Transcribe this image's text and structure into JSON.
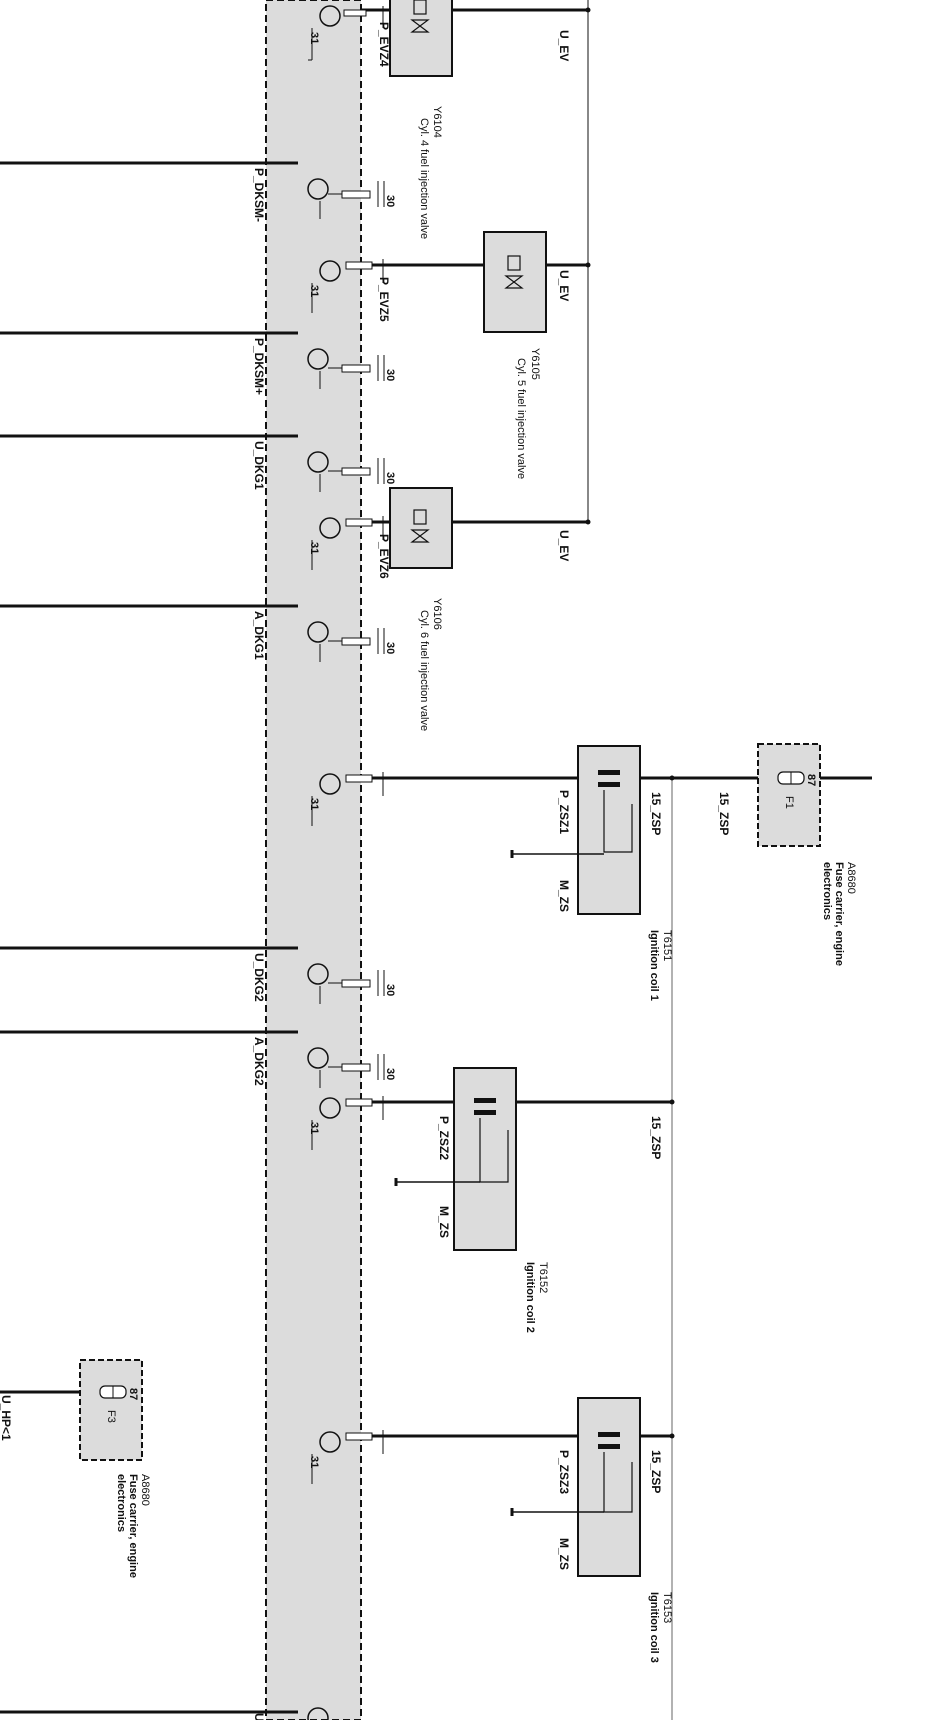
{
  "ecu": {
    "pins_left": [
      {
        "label": "P_DKSM-"
      },
      {
        "label": "P_DKSM+"
      },
      {
        "label": "U_DKG1"
      },
      {
        "label": "A_DKG1"
      },
      {
        "label": "U_DKG2"
      },
      {
        "label": "A_DKG2"
      },
      {
        "label": "U_HP<1"
      }
    ],
    "outputs": [
      {
        "label": "P_EVZ4"
      },
      {
        "label": "P_EVZ5"
      },
      {
        "label": "P_EVZ6"
      }
    ],
    "pin_30": "30",
    "pin_31": "31",
    "bottom_partial": "U"
  },
  "injectors": [
    {
      "id": "Y6104",
      "name": "Cyl. 4 fuel injection valve",
      "supply": "U_EV"
    },
    {
      "id": "Y6105",
      "name": "Cyl. 5 fuel injection valve",
      "supply": "U_EV"
    },
    {
      "id": "Y6106",
      "name": "Cyl. 6 fuel injection valve",
      "supply": "U_EV"
    }
  ],
  "coils": [
    {
      "id": "T6151",
      "name": "Ignition coil 1",
      "signal": "P_ZSZ1",
      "ground": "M_ZS",
      "supply": "15_ZSP"
    },
    {
      "id": "T6152",
      "name": "Ignition coil 2",
      "signal": "P_ZSZ2",
      "ground": "M_ZS",
      "supply": "15_ZSP"
    },
    {
      "id": "T6153",
      "name": "Ignition coil 3",
      "signal": "P_ZSZ3",
      "ground": "M_ZS",
      "supply": "15_ZSP"
    }
  ],
  "fuse_bus_label": "15_ZSP",
  "fuses": [
    {
      "id": "A8680",
      "name_line1": "Fuse carrier, engine",
      "name_line2": "electronics",
      "fuse": "F1",
      "pin": "87"
    },
    {
      "id": "A8680",
      "name_line1": "Fuse carrier, engine",
      "name_line2": "electronics",
      "fuse": "F3",
      "pin": "87"
    }
  ]
}
